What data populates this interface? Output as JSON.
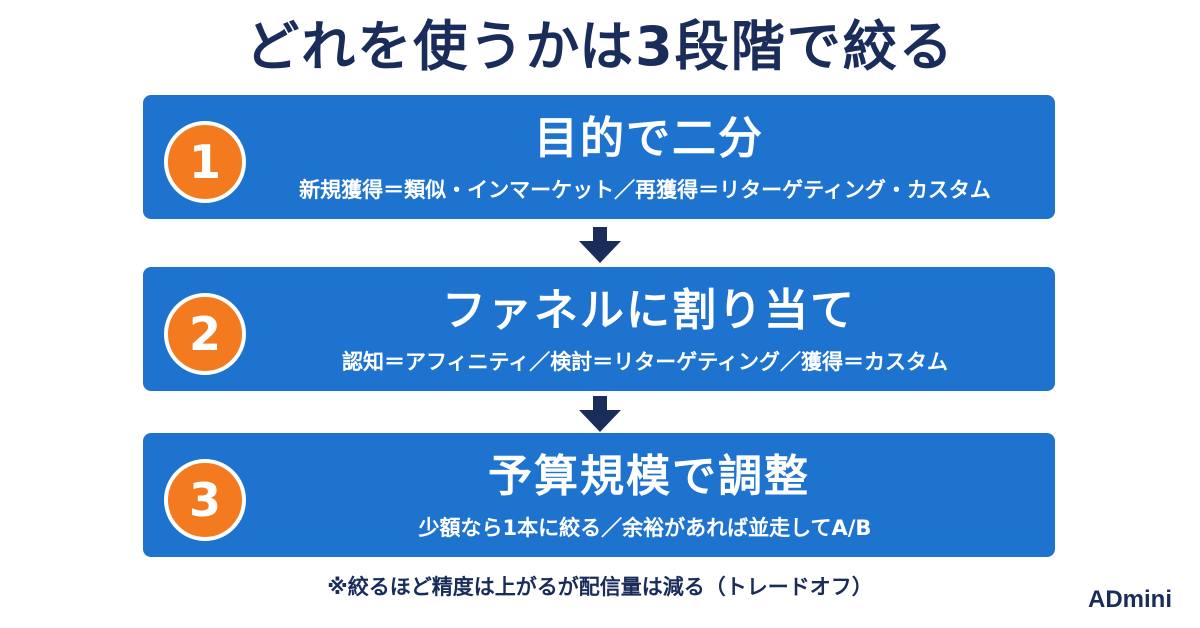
{
  "title": "どれを使うかは3段階で絞る",
  "steps": [
    {
      "number": "1",
      "title": "目的で二分",
      "subtitle": "新規獲得＝類似・インマーケット／再獲得＝リターゲティング・カスタム"
    },
    {
      "number": "2",
      "title": "ファネルに割り当て",
      "subtitle": "認知＝アフィニティ／検討＝リターゲティング／獲得＝カスタム"
    },
    {
      "number": "3",
      "title": "予算規模で調整",
      "subtitle": "少額なら1本に絞る／余裕があれば並走してA/B"
    }
  ],
  "note": "※絞るほど精度は上がるが配信量は減る（トレードオフ）",
  "brand": "ADmini",
  "colors": {
    "navy": "#1a2d5a",
    "box_blue": "#1e73cf",
    "badge_orange": "#f47a20"
  },
  "icons": [
    "down-arrow-icon"
  ]
}
